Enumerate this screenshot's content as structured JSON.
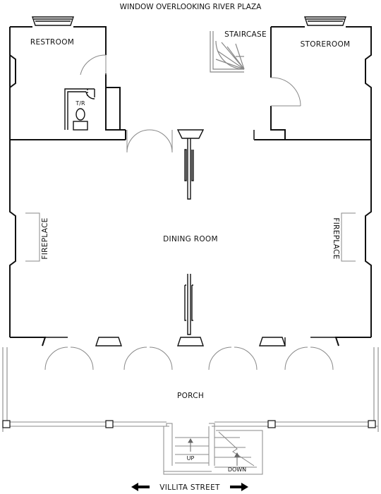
{
  "title": "WINDOW OVERLOOKING RIVER PLAZA",
  "rooms": {
    "restroom": "RESTROOM",
    "staircase": "STAIRCASE",
    "storeroom": "STOREROOM",
    "toilet": "T/R",
    "dining": "DINING ROOM",
    "fireplace_left": "FIREPLACE",
    "fireplace_right": "FIREPLACE",
    "porch": "PORCH"
  },
  "steps": {
    "up": "UP",
    "down": "DOWN"
  },
  "street": "VILLITA STREET",
  "colors": {
    "wall": "#111111",
    "thin": "#888888",
    "arrow": "#000000"
  }
}
